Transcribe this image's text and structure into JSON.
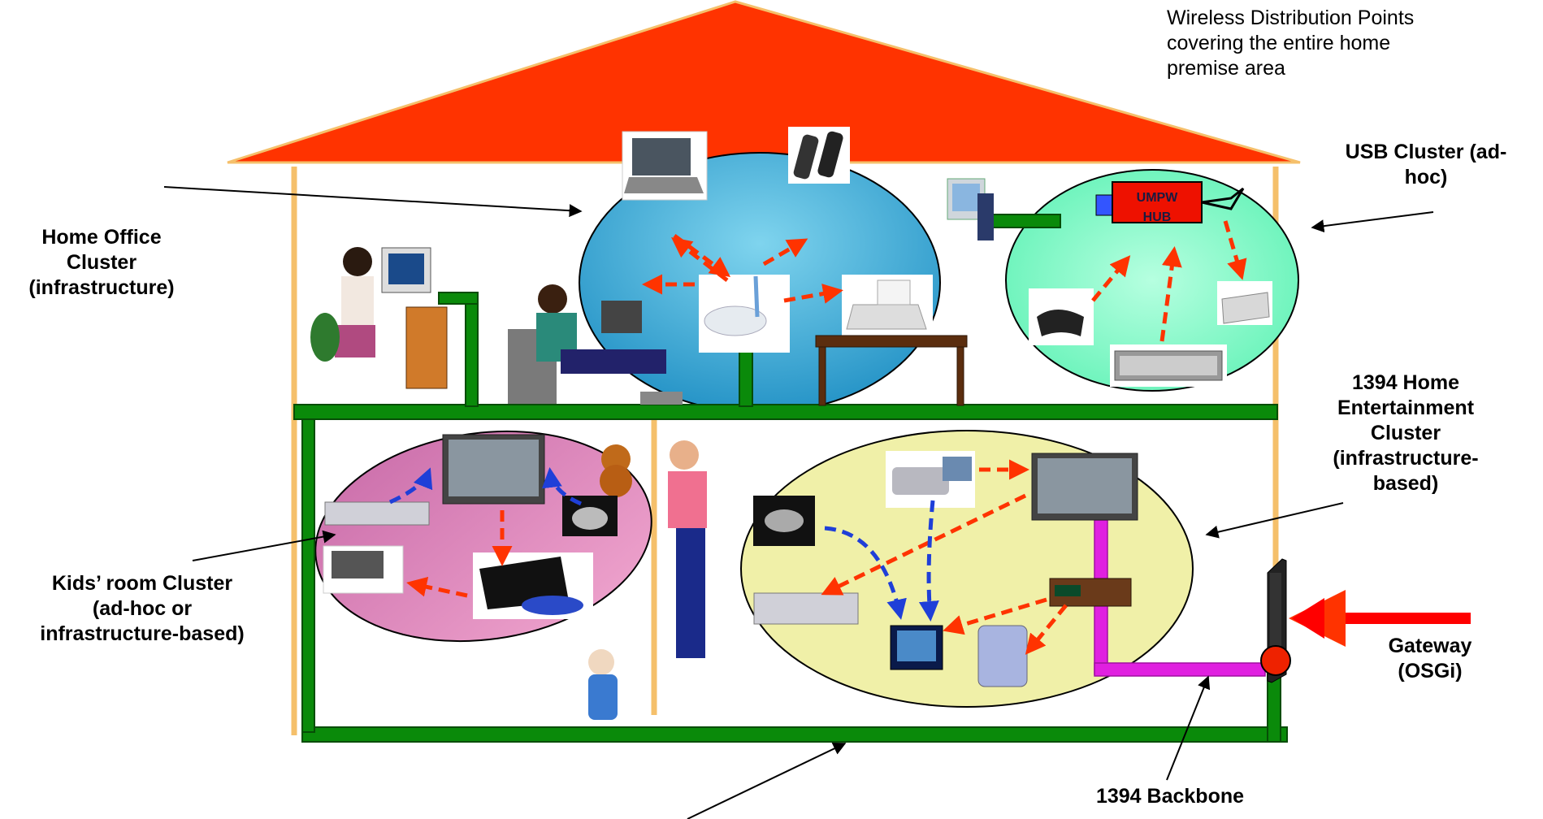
{
  "labels": {
    "wireless": [
      "Wireless Distribution Points",
      "covering the entire home",
      "premise area"
    ],
    "usb_cluster": [
      "USB Cluster (ad-",
      "hoc)"
    ],
    "home_office": [
      "Home Office",
      "Cluster",
      "(infrastructure)"
    ],
    "home_entertainment": [
      "1394 Home",
      "Entertainment",
      "Cluster",
      "(infrastructure-",
      "based)"
    ],
    "kids_room": [
      "Kids’ room Cluster",
      "(ad-hoc or",
      "infrastructure-based)"
    ],
    "gateway": [
      "Gateway",
      "(OSGi)"
    ],
    "backbone": [
      "1394 Backbone"
    ]
  },
  "hub": {
    "line1": "UMPW",
    "line2": "HUB"
  },
  "colors": {
    "roof": "#ff3300",
    "frame": "#f5c06b",
    "backbone": "#0a8a0a",
    "entertainment_link": "#e020e0",
    "wireless_arrow": "#ff3300",
    "wired_arrow": "#1f3fd8",
    "office_cluster": "#2fa6d6",
    "usb_cluster": "#7fffc4",
    "kids_cluster": "#e07ab8",
    "ent_cluster": "#f0f0a8",
    "gateway_dot": "#ee2200",
    "hub_box": "#ee1100",
    "hub_plug": "#3355ff"
  },
  "icons": [
    "person-at-desk-icon",
    "laptop-icon",
    "cordless-phones-icon",
    "access-point-icon",
    "printer-icon",
    "person-with-laptop-icon",
    "desktop-pc-icon",
    "game-controller-icon",
    "scanner-icon",
    "keyboard-icon",
    "tv-monitor-icon",
    "teddy-bear-icon",
    "webcam-icon",
    "dvd-player-icon",
    "game-console-icon",
    "baby-icon",
    "woman-icon",
    "camcorder-icon",
    "set-top-box-icon",
    "media-player-icon",
    "touchscreen-tv-icon",
    "vcr-icon",
    "gateway-box-icon"
  ]
}
